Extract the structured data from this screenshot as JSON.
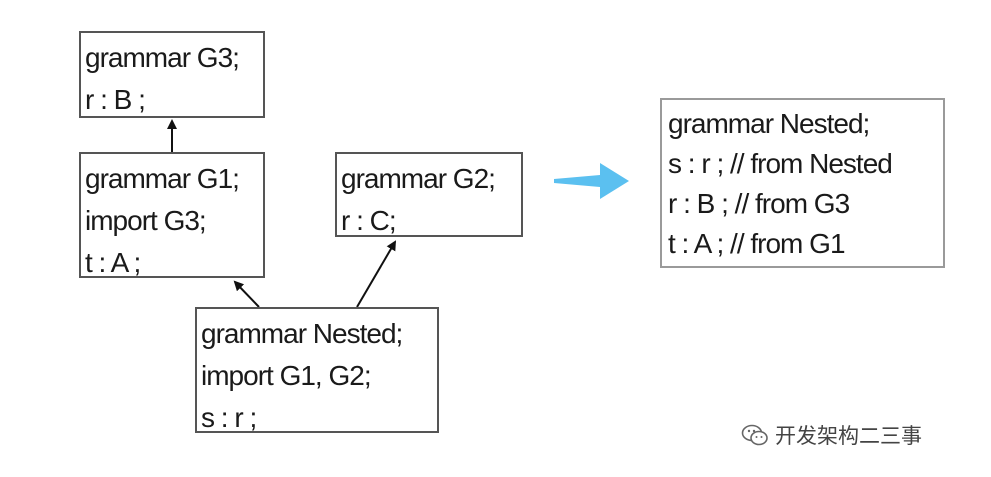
{
  "diagram": {
    "boxes": {
      "g3": {
        "lines": [
          "grammar G3;",
          "r : B ;"
        ]
      },
      "g1": {
        "lines": [
          "grammar G1;",
          "import G3;",
          "t : A ;"
        ]
      },
      "g2": {
        "lines": [
          "grammar G2;",
          "r : C;"
        ]
      },
      "nested": {
        "lines": [
          "grammar Nested;",
          "import G1, G2;",
          "s : r ;"
        ]
      },
      "result": {
        "lines": [
          "grammar Nested;",
          "s : r ;  // from Nested",
          "r : B ; // from G3",
          "t : A ;  // from G1"
        ]
      }
    },
    "colors": {
      "box_border": "#555555",
      "result_border": "#9a9a9a",
      "arrow": "#111111",
      "transform_arrow": "#5bc0f0"
    }
  },
  "watermark": {
    "icon": "wechat-icon",
    "text": "开发架构二三事"
  }
}
